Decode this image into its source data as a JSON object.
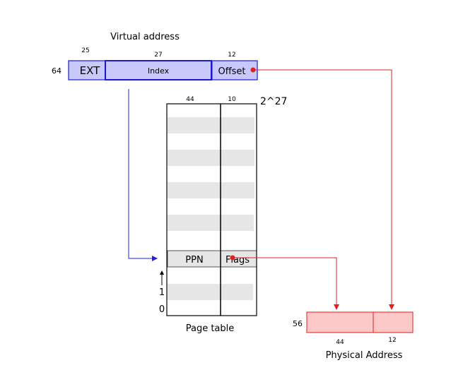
{
  "virtual_address": {
    "title": "Virtual address",
    "total_bits": "64",
    "fields": [
      {
        "label": "EXT",
        "bits": "25"
      },
      {
        "label": "Index",
        "bits": "27"
      },
      {
        "label": "Offset",
        "bits": "12"
      }
    ]
  },
  "page_table": {
    "caption": "Page table",
    "entries": "2^27",
    "col_bits": [
      "44",
      "10"
    ],
    "entry": {
      "ppn": "PPN",
      "flags": "Flags"
    },
    "row_index": [
      "1",
      "0"
    ]
  },
  "physical_address": {
    "caption": "Physical Address",
    "total_bits": "56",
    "col_bits": [
      "44",
      "12"
    ]
  },
  "colors": {
    "va_fill": "#c8c8fa",
    "va_stroke": "#1a1acc",
    "pa_fill": "#fcc8c8",
    "pa_stroke": "#e02020",
    "arrow_blue": "#2020e0",
    "arrow_red": "#e02020",
    "row_gray": "#e6e6e6"
  }
}
